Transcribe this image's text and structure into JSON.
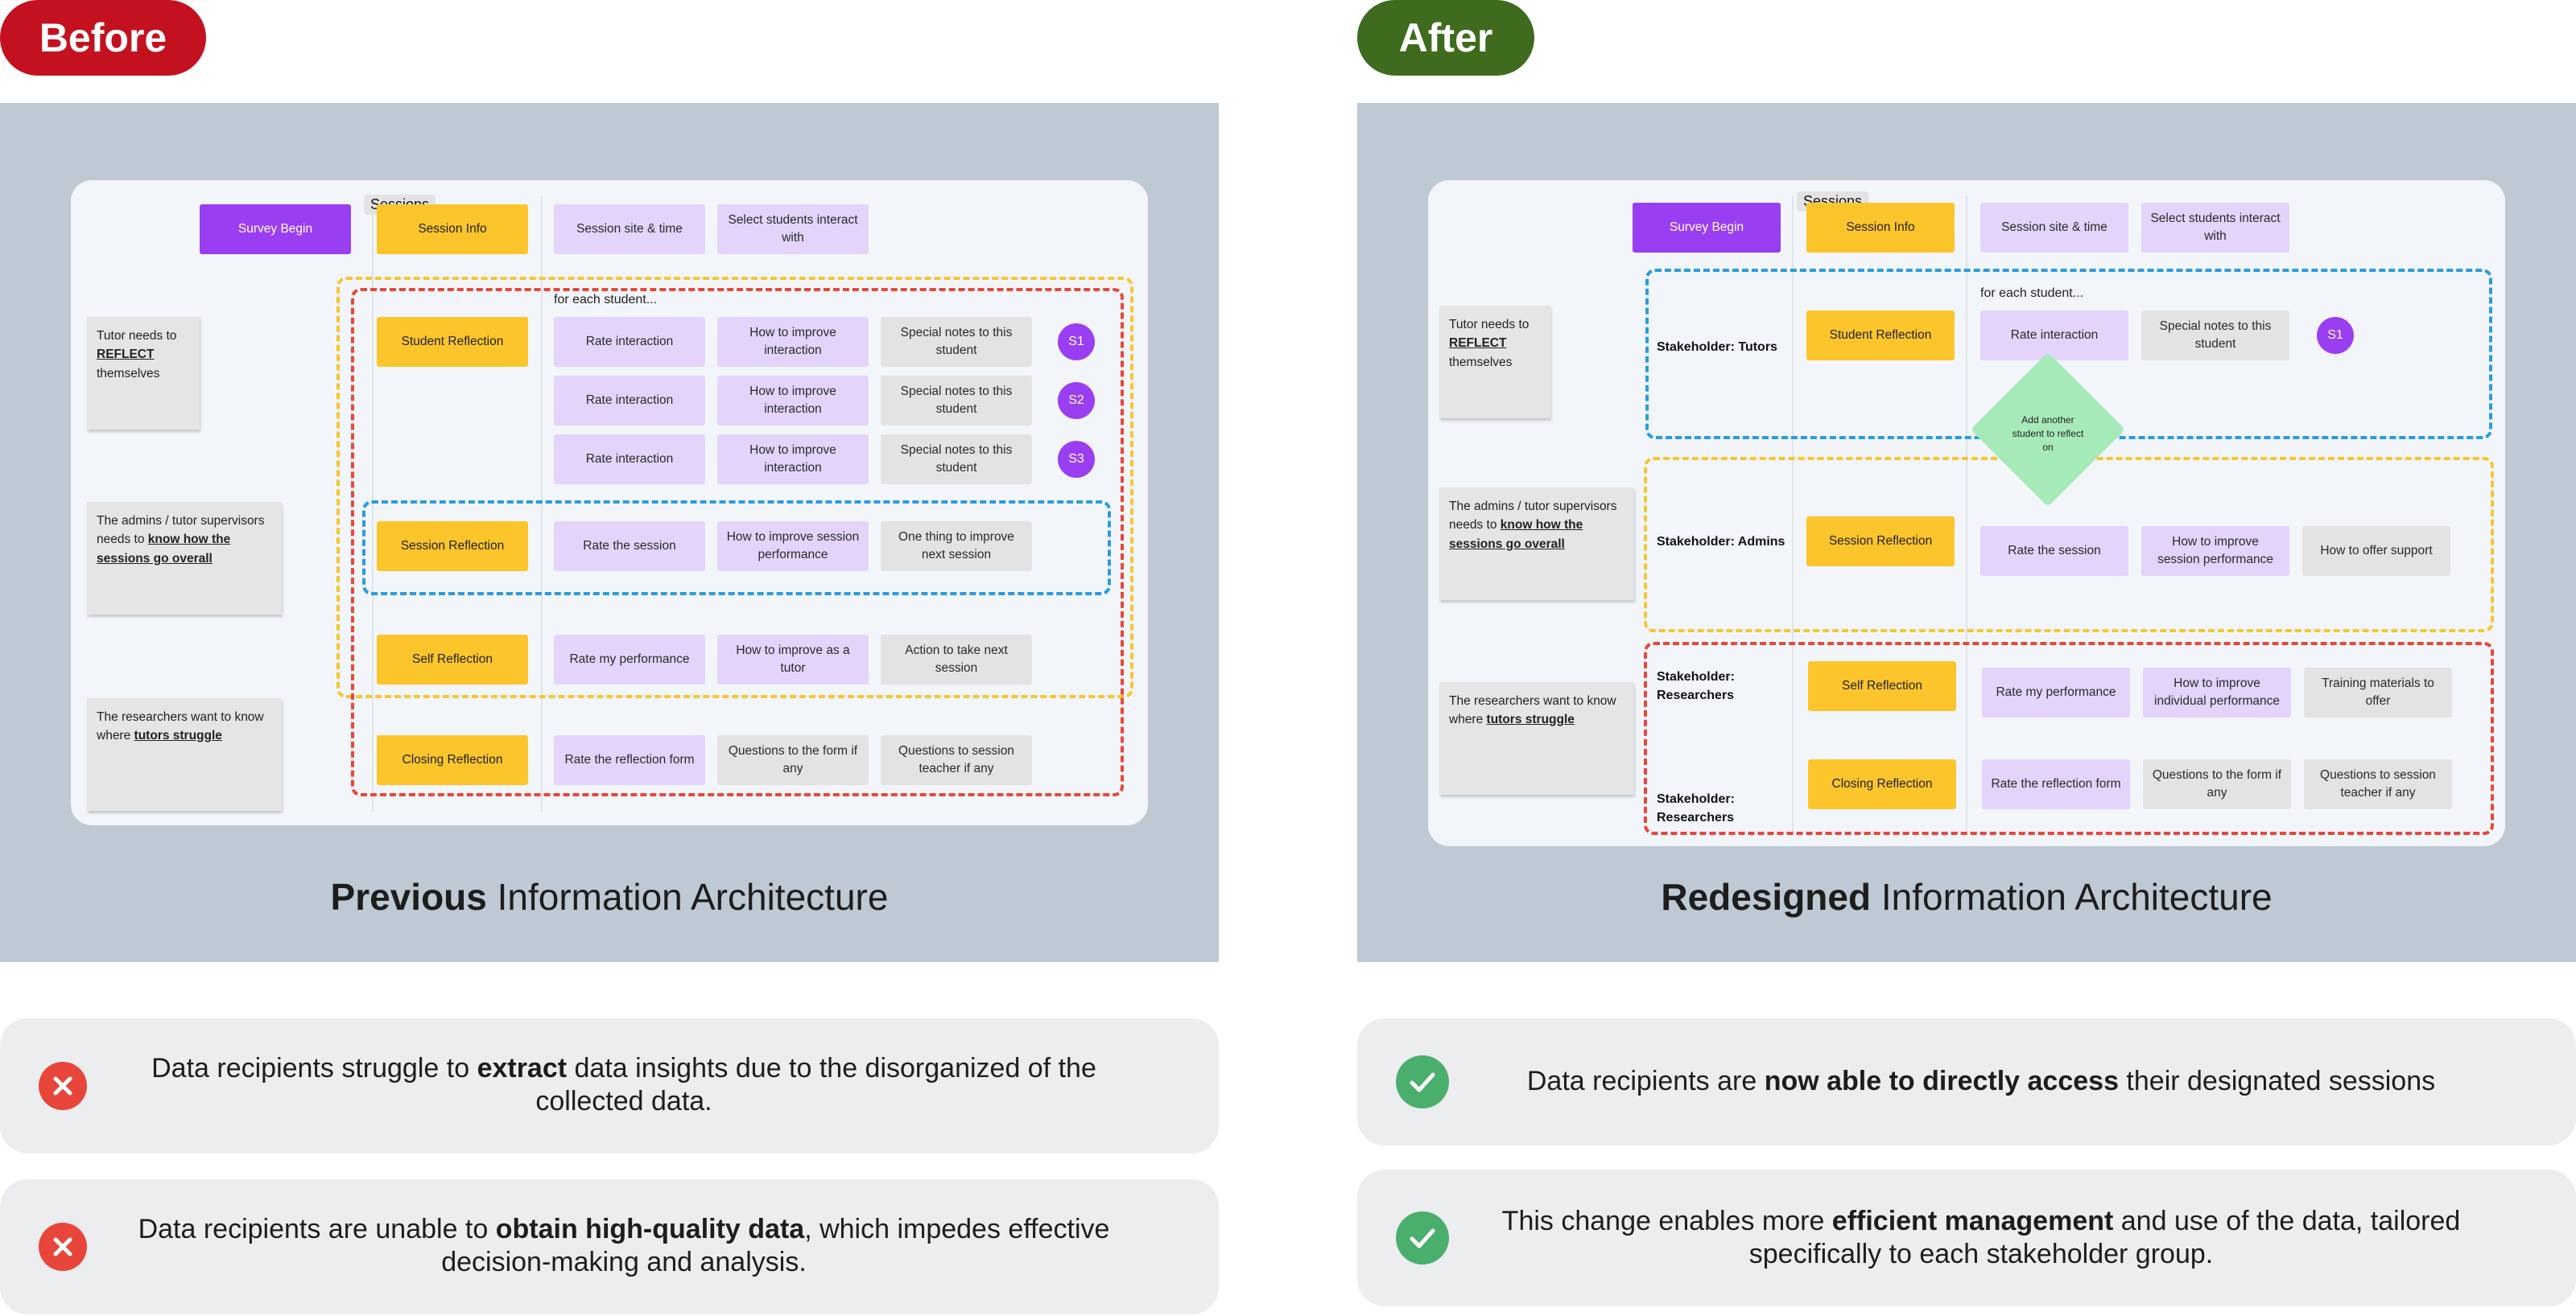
{
  "header": {
    "before_label": "Before",
    "after_label": "After",
    "before_color": "#c4111f",
    "after_color": "#3e6b1d"
  },
  "before_diagram": {
    "survey_begin": "Survey Begin",
    "sessions_tab": "Sessions",
    "session_info": "Session Info",
    "session_site_time": "Session site & time",
    "select_students": "Select students interact with",
    "for_each_student": "for each student...",
    "student_reflection": "Student Reflection",
    "rows": [
      {
        "rate": "Rate interaction",
        "improve": "How to improve interaction",
        "notes": "Special notes to this student",
        "badge": "S1"
      },
      {
        "rate": "Rate interaction",
        "improve": "How to improve interaction",
        "notes": "Special notes to this student",
        "badge": "S2"
      },
      {
        "rate": "Rate interaction",
        "improve": "How to improve interaction",
        "notes": "Special notes to this student",
        "badge": "S3"
      }
    ],
    "session_reflection": "Session Reflection",
    "rate_session": "Rate the session",
    "improve_session": "How to improve session performance",
    "one_thing": "One thing to improve next session",
    "self_reflection": "Self Reflection",
    "rate_performance": "Rate my performance",
    "improve_tutor": "How to improve as a tutor",
    "action_next": "Action to take next session",
    "closing_reflection": "Closing Reflection",
    "rate_form": "Rate the reflection form",
    "questions_form": "Questions to the form if any",
    "questions_teacher": "Questions to session teacher if any",
    "note_tutor": {
      "pre": "Tutor needs to",
      "bold": "REFLECT",
      "post": "themselves"
    },
    "note_admins": {
      "pre": "The admins / tutor supervisors needs to",
      "bold": "know how the sessions go overall",
      "post": ""
    },
    "note_researchers": {
      "pre": "The researchers  want to know where",
      "bold": "tutors struggle",
      "post": ""
    },
    "caption_bold": "Previous",
    "caption_rest": " Information Architecture"
  },
  "after_diagram": {
    "survey_begin": "Survey Begin",
    "sessions_tab": "Sessions",
    "session_info": "Session Info",
    "session_site_time": "Session site & time",
    "select_students": "Select students interact with",
    "for_each_student": "for each student...",
    "stakeholder_tutors": "Stakeholder: Tutors",
    "student_reflection": "Student Reflection",
    "rate_interaction": "Rate interaction",
    "special_notes": "Special notes to this student",
    "badge": "S1",
    "add_another": "Add another student to reflect on",
    "stakeholder_admins": "Stakeholder: Admins",
    "session_reflection": "Session Reflection",
    "rate_session": "Rate the session",
    "improve_session": "How to improve session performance",
    "offer_support": "How to offer support",
    "stakeholder_researchers_1": "Stakeholder: Researchers",
    "self_reflection": "Self Reflection",
    "rate_performance": "Rate my performance",
    "improve_individual": "How to improve individual performance",
    "training_materials": "Training materials to offer",
    "stakeholder_researchers_2": "Stakeholder: Researchers",
    "closing_reflection": "Closing Reflection",
    "rate_form": "Rate the reflection form",
    "questions_form": "Questions to the form if any",
    "questions_teacher": "Questions to session teacher if any",
    "note_tutor": {
      "pre": "Tutor needs to",
      "bold": "REFLECT",
      "post": "themselves"
    },
    "note_admins": {
      "pre": "The admins / tutor supervisors needs to",
      "bold": "know how the sessions go overall",
      "post": ""
    },
    "note_researchers": {
      "pre": "The researchers  want to know where",
      "bold": "tutors struggle",
      "post": ""
    },
    "caption_bold": "Redesigned",
    "caption_rest": " Information Architecture"
  },
  "before_points": [
    {
      "pre": "Data recipients struggle to ",
      "bold": "extract",
      "post": " data insights due to the disorganized of the collected data."
    },
    {
      "pre": "Data recipients are unable to ",
      "bold": "obtain high-quality data",
      "post": ", which impedes effective decision-making and analysis."
    }
  ],
  "after_points": [
    {
      "pre": "Data recipients are ",
      "bold": "now able to directly access",
      "post": " their designated sessions"
    },
    {
      "pre": "This change enables more ",
      "bold": "efficient management",
      "post": " and use of the data, tailored specifically to each stakeholder group."
    }
  ],
  "colors": {
    "panel": "#bec9d4",
    "yellow_node": "#fcc52c",
    "lavender_node": "#e4d4fb",
    "purple_node": "#9a3ef2",
    "dash_yellow": "#f6c633",
    "dash_red": "#e8473a",
    "dash_blue": "#2a9be0",
    "error_icon": "#e8453b",
    "success_icon": "#4aae6c"
  },
  "icons": {
    "negative": "x-circle-icon",
    "positive": "check-circle-icon"
  }
}
